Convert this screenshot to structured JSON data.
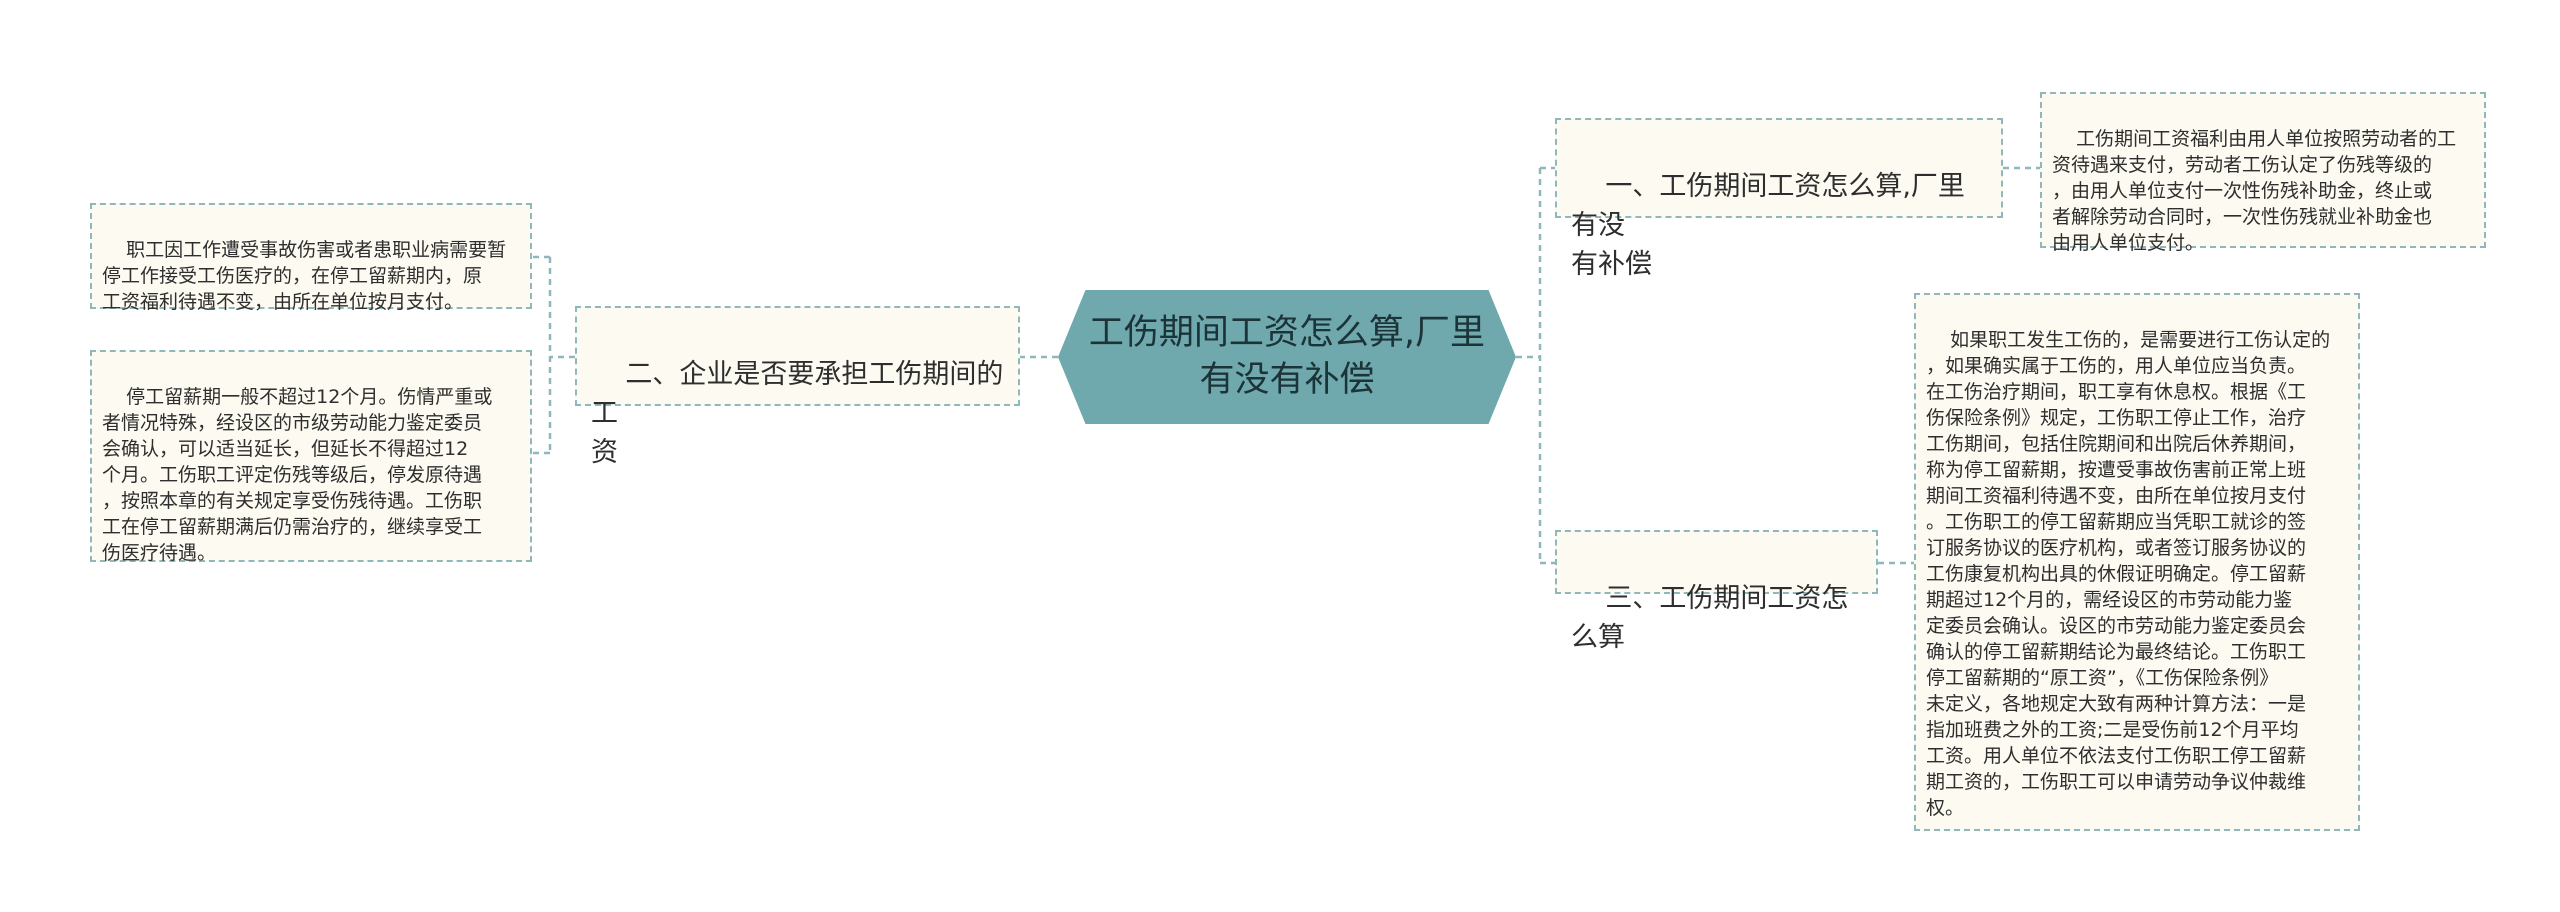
{
  "root": {
    "title": "工伤期间工资怎么算,厂里\n有没有补偿"
  },
  "right": [
    {
      "label": "一、工伤期间工资怎么算,厂里有没\n有补偿",
      "detail": "工伤期间工资福利由用人单位按照劳动者的工\n资待遇来支付，劳动者工伤认定了伤残等级的\n，由用人单位支付一次性伤残补助金，终止或\n者解除劳动合同时，一次性伤残就业补助金也\n由用人单位支付。"
    },
    {
      "label": "三、工伤期间工资怎么算",
      "detail": "如果职工发生工伤的，是需要进行工伤认定的\n，如果确实属于工伤的，用人单位应当负责。\n在工伤治疗期间，职工享有休息权。根据《工\n伤保险条例》规定，工伤职工停止工作，治疗\n工伤期间，包括住院期间和出院后休养期间，\n称为停工留薪期，按遭受事故伤害前正常上班\n期间工资福利待遇不变，由所在单位按月支付\n。工伤职工的停工留薪期应当凭职工就诊的签\n订服务协议的医疗机构，或者签订服务协议的\n工伤康复机构出具的休假证明确定。停工留薪\n期超过12个月的，需经设区的市劳动能力鉴\n定委员会确认。设区的市劳动能力鉴定委员会\n确认的停工留薪期结论为最终结论。工伤职工\n停工留薪期的“原工资”，《工伤保险条例》\n未定义，各地规定大致有两种计算方法：一是\n指加班费之外的工资;二是受伤前12个月平均\n工资。用人单位不依法支付工伤职工停工留薪\n期工资的，工伤职工可以申请劳动争议仲裁维\n权。"
    }
  ],
  "left": [
    {
      "label": "二、企业是否要承担工伤期间的工\n资",
      "details": [
        "职工因工作遭受事故伤害或者患职业病需要暂\n停工作接受工伤医疗的，在停工留薪期内，原\n工资福利待遇不变，由所在单位按月支付。",
        "停工留薪期一般不超过12个月。伤情严重或\n者情况特殊，经设区的市级劳动能力鉴定委员\n会确认，可以适当延长，但延长不得超过12\n个月。工伤职工评定伤残等级后，停发原待遇\n，按照本章的有关规定享受伤残待遇。工伤职\n工在停工留薪期满后仍需治疗的，继续享受工\n伤医疗待遇。"
      ]
    }
  ],
  "colors": {
    "root_fill": "#6fa9ae",
    "connector": "#8fb8bd",
    "node_fill": "#fdfaf1"
  }
}
